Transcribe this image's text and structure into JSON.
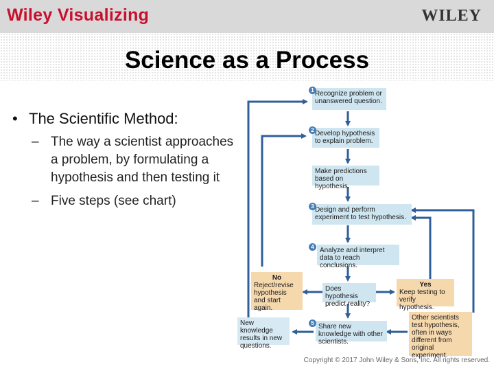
{
  "header": {
    "brand_left": "Wiley Visualizing",
    "brand_right": "WILEY"
  },
  "slide": {
    "title": "Science as a Process",
    "bullet": "The Scientific Method:",
    "sub_bullets": [
      "The way a scientist approaches a problem, by formulating a hypothesis and then testing it",
      "Five steps (see chart)"
    ]
  },
  "chart": {
    "step1": {
      "num": "1",
      "text": "Recognize problem or unanswered question."
    },
    "step2": {
      "num": "2",
      "text": "Develop hypothesis to explain problem."
    },
    "predict": {
      "text": "Make predictions based on hypothesis."
    },
    "step3": {
      "num": "3",
      "text": "Design and perform experiment to test hypothesis."
    },
    "step4": {
      "num": "4",
      "text": "Analyze and interpret data to reach conclusions."
    },
    "decision": {
      "text": "Does hypothesis predict reality?"
    },
    "no": {
      "label": "No",
      "text": "Reject/revise hypothesis and start again."
    },
    "yes": {
      "label": "Yes",
      "text": "Keep testing to verify hypothesis."
    },
    "step5": {
      "num": "5",
      "text": "Share new knowledge with other scientists."
    },
    "new_knowledge": {
      "text": "New knowledge results in new questions."
    },
    "other": {
      "text": "Other scientists test hypothesis, often in ways different from original experiment."
    },
    "colors": {
      "arrow": "#2f5f9a",
      "blue_box": "#cfe6f1",
      "tan_box": "#f6d8ad",
      "number": "#4a7fb5"
    }
  },
  "footer": {
    "copyright": "Copyright © 2017 John Wiley & Sons, Inc. All rights reserved."
  }
}
